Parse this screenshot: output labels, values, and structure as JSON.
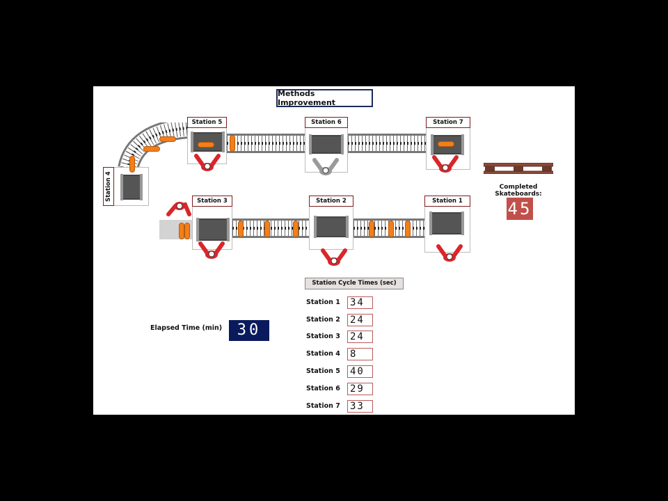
{
  "title": "Methods Improvement",
  "stations": {
    "s1": "Station 1",
    "s2": "Station 2",
    "s3": "Station 3",
    "s4": "Station 4",
    "s5": "Station 5",
    "s6": "Station 6",
    "s7": "Station 7"
  },
  "completed": {
    "label": "Completed Skateboards:",
    "count": "45"
  },
  "elapsed": {
    "label": "Elapsed Time (min)",
    "value": "30"
  },
  "cycle_times": {
    "header": "Station Cycle Times (sec)",
    "rows": [
      {
        "name": "Station 1",
        "value": "34"
      },
      {
        "name": "Station 2",
        "value": "24"
      },
      {
        "name": "Station 3",
        "value": "24"
      },
      {
        "name": "Station 4",
        "value": "8"
      },
      {
        "name": "Station 5",
        "value": "40"
      },
      {
        "name": "Station 6",
        "value": "29"
      },
      {
        "name": "Station 7",
        "value": "33"
      }
    ]
  },
  "colors": {
    "worker_active": "#d9262b",
    "worker_idle": "#9a9a9a",
    "skateboard": "#f27f1b",
    "counter_completed": "#c1504a",
    "counter_elapsed": "#0a1a5c"
  }
}
